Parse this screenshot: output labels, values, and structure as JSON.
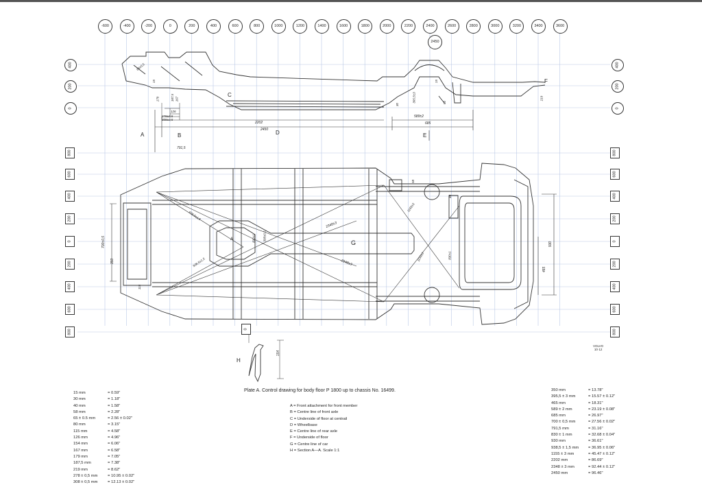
{
  "x_scale": [
    "-600",
    "-400",
    "-200",
    "0",
    "200",
    "400",
    "600",
    "800",
    "1000",
    "1200",
    "1400",
    "1600",
    "1800",
    "2000",
    "2200",
    "2400",
    "2600",
    "2800",
    "3000",
    "3200",
    "3400",
    "3600"
  ],
  "extra_circle": "2450",
  "side_scale": [
    "400",
    "200",
    "0"
  ],
  "plan_scale": [
    "800",
    "600",
    "400",
    "200",
    "0",
    "200",
    "400",
    "600",
    "800"
  ],
  "section_box": "0",
  "letters": {
    "a": "A",
    "b": "B",
    "c": "C",
    "d": "D",
    "e": "E",
    "f": "F",
    "g": "G",
    "h": "H",
    "a2": "A"
  },
  "dims": {
    "d2202": "2202",
    "d2450": "2450",
    "d791": "791,5",
    "d589": "589±2",
    "d685": "685",
    "d278": "278±0,5",
    "d308": "308±0,5",
    "d126": "126",
    "d187": "187,5",
    "d179": "179",
    "d167": "167",
    "d15": "15",
    "d30": "30",
    "d395": "395,5±3",
    "d80": "80",
    "d219": "219",
    "d58": "58",
    "d700": "700±0,5",
    "d350": "350",
    "d930": "930",
    "d465": "465",
    "d115": "115",
    "d154": "154",
    "d40": "40",
    "d2348a": "2348±3",
    "d2348b": "2348±3",
    "d938a": "938,5±1,5",
    "d938b": "938,5±1,5",
    "d1155a": "1155±3",
    "d1155b": "1155±3",
    "d830a": "830±1",
    "d830b": "830±1",
    "d308b": "308±0,5",
    "d65": "65±0,5"
  },
  "title": "Plate A.   Control drawing for body floor P 1800 up to chassis No. 16499.",
  "legend": [
    "A = Front attachment for front member",
    "B = Centre line of front axle",
    "C = Underside of floor at centrail",
    "D = Wheelbase",
    "E = Centre line of rear axle",
    "F = Underside of floor",
    "G = Centre line of car",
    "H = Section   A—A.  Scale  1:1"
  ],
  "conv_left": [
    {
      "mm": "15 mm",
      "in": "= 0.59\""
    },
    {
      "mm": "30 mm",
      "in": "= 1.18\""
    },
    {
      "mm": "40 mm",
      "in": "= 1.58\""
    },
    {
      "mm": "58 mm",
      "in": "= 2.28\""
    },
    {
      "mm": "65 ± 0.5 mm",
      "in": "= 2.56 ± 0.02\""
    },
    {
      "mm": "80 mm",
      "in": "= 3.15\""
    },
    {
      "mm": "115 mm",
      "in": "= 4.58\""
    },
    {
      "mm": "126 mm",
      "in": "= 4.96\""
    },
    {
      "mm": "154 mm",
      "in": "= 6.06\""
    },
    {
      "mm": "167 mm",
      "in": "= 6.58\""
    },
    {
      "mm": "179 mm",
      "in": "= 7.05\""
    },
    {
      "mm": "187,5 mm",
      "in": "= 7.38\""
    },
    {
      "mm": "219 mm",
      "in": "= 8.62\""
    },
    {
      "mm": "278 ± 0,5 mm",
      "in": "= 10.95 ± 0.02\""
    },
    {
      "mm": "308 ± 0,5 mm",
      "in": "= 12.13 ± 0.02\""
    }
  ],
  "conv_right": [
    {
      "mm": "350 mm",
      "in": "= 13.78\""
    },
    {
      "mm": "395,5 ± 3 mm",
      "in": "= 15.57 ± 0.12\""
    },
    {
      "mm": "465 mm",
      "in": "= 18.31\""
    },
    {
      "mm": "589 ± 2 mm",
      "in": "= 23.19 ± 0.08\""
    },
    {
      "mm": "685 mm",
      "in": "= 26.97\""
    },
    {
      "mm": "700 ± 0,5 mm",
      "in": "= 27.56 ± 0.02\""
    },
    {
      "mm": "791,5 mm",
      "in": "= 31.16\""
    },
    {
      "mm": "830 ± 1 mm",
      "in": "= 32.68 ± 0.04\""
    },
    {
      "mm": "930 mm",
      "in": "= 36.61\""
    },
    {
      "mm": "938,5 ± 1,5 mm",
      "in": "= 36.95 ± 0.06\""
    },
    {
      "mm": "1155 ± 3 mm",
      "in": "= 45.47 ± 0.12\""
    },
    {
      "mm": "2202 mm",
      "in": "= 86.69\""
    },
    {
      "mm": "2348 ± 3 mm",
      "in": "= 92.44 ± 0.12\""
    },
    {
      "mm": "2450 mm",
      "in": "= 96.46\""
    }
  ],
  "volvo": [
    "VOLVO",
    "10·12"
  ],
  "colors": {
    "grid": "#b9c8e6",
    "ink": "#333333"
  }
}
